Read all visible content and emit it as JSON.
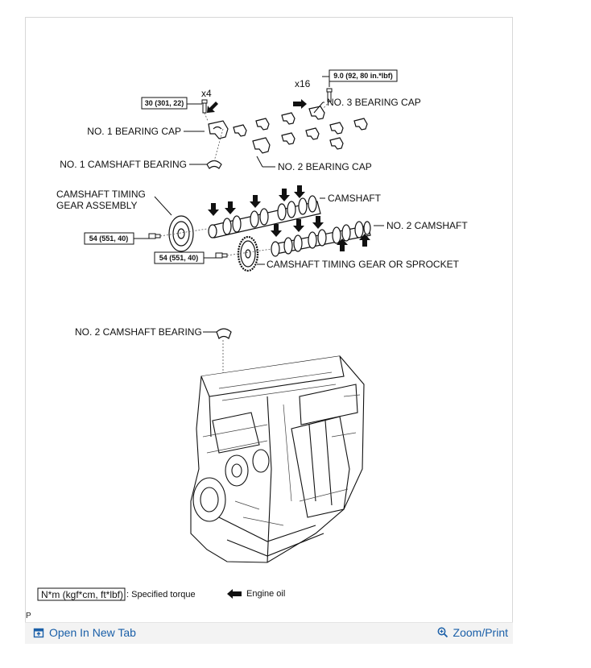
{
  "labels": {
    "no1_bearing_cap": "NO. 1 BEARING CAP",
    "no1_camshaft_bearing": "NO. 1 CAMSHAFT BEARING",
    "no2_bearing_cap": "NO. 2 BEARING CAP",
    "no3_bearing_cap": "NO. 3 BEARING CAP",
    "camshaft": "CAMSHAFT",
    "no2_camshaft": "NO. 2 CAMSHAFT",
    "timing_gear_line1": "CAMSHAFT TIMING",
    "timing_gear_line2": "GEAR ASSEMBLY",
    "timing_gear_or_sprocket": "CAMSHAFT TIMING GEAR OR SPROCKET",
    "no2_camshaft_bearing": "NO. 2 CAMSHAFT BEARING"
  },
  "quantities": {
    "x4": "x4",
    "x16": "x16"
  },
  "torques": {
    "no1_cap_bolt": "30 (301, 22)",
    "no3_cap_bolt": "9.0 (92, 80 in.*lbf)",
    "timing_gear_bolt": "54 (551, 40)",
    "sprocket_bolt": "54 (551, 40)"
  },
  "legend": {
    "torque_box": "N*m (kgf*cm, ft*lbf)",
    "torque_text": ": Specified torque",
    "oil_text": "Engine oil"
  },
  "footer": {
    "corner_mark": "P",
    "open_new_tab": "Open In New Tab",
    "zoom_print": "Zoom/Print"
  },
  "colors": {
    "link": "#1a5fa8",
    "line": "#111111",
    "footer_bg": "#f3f3f3"
  }
}
